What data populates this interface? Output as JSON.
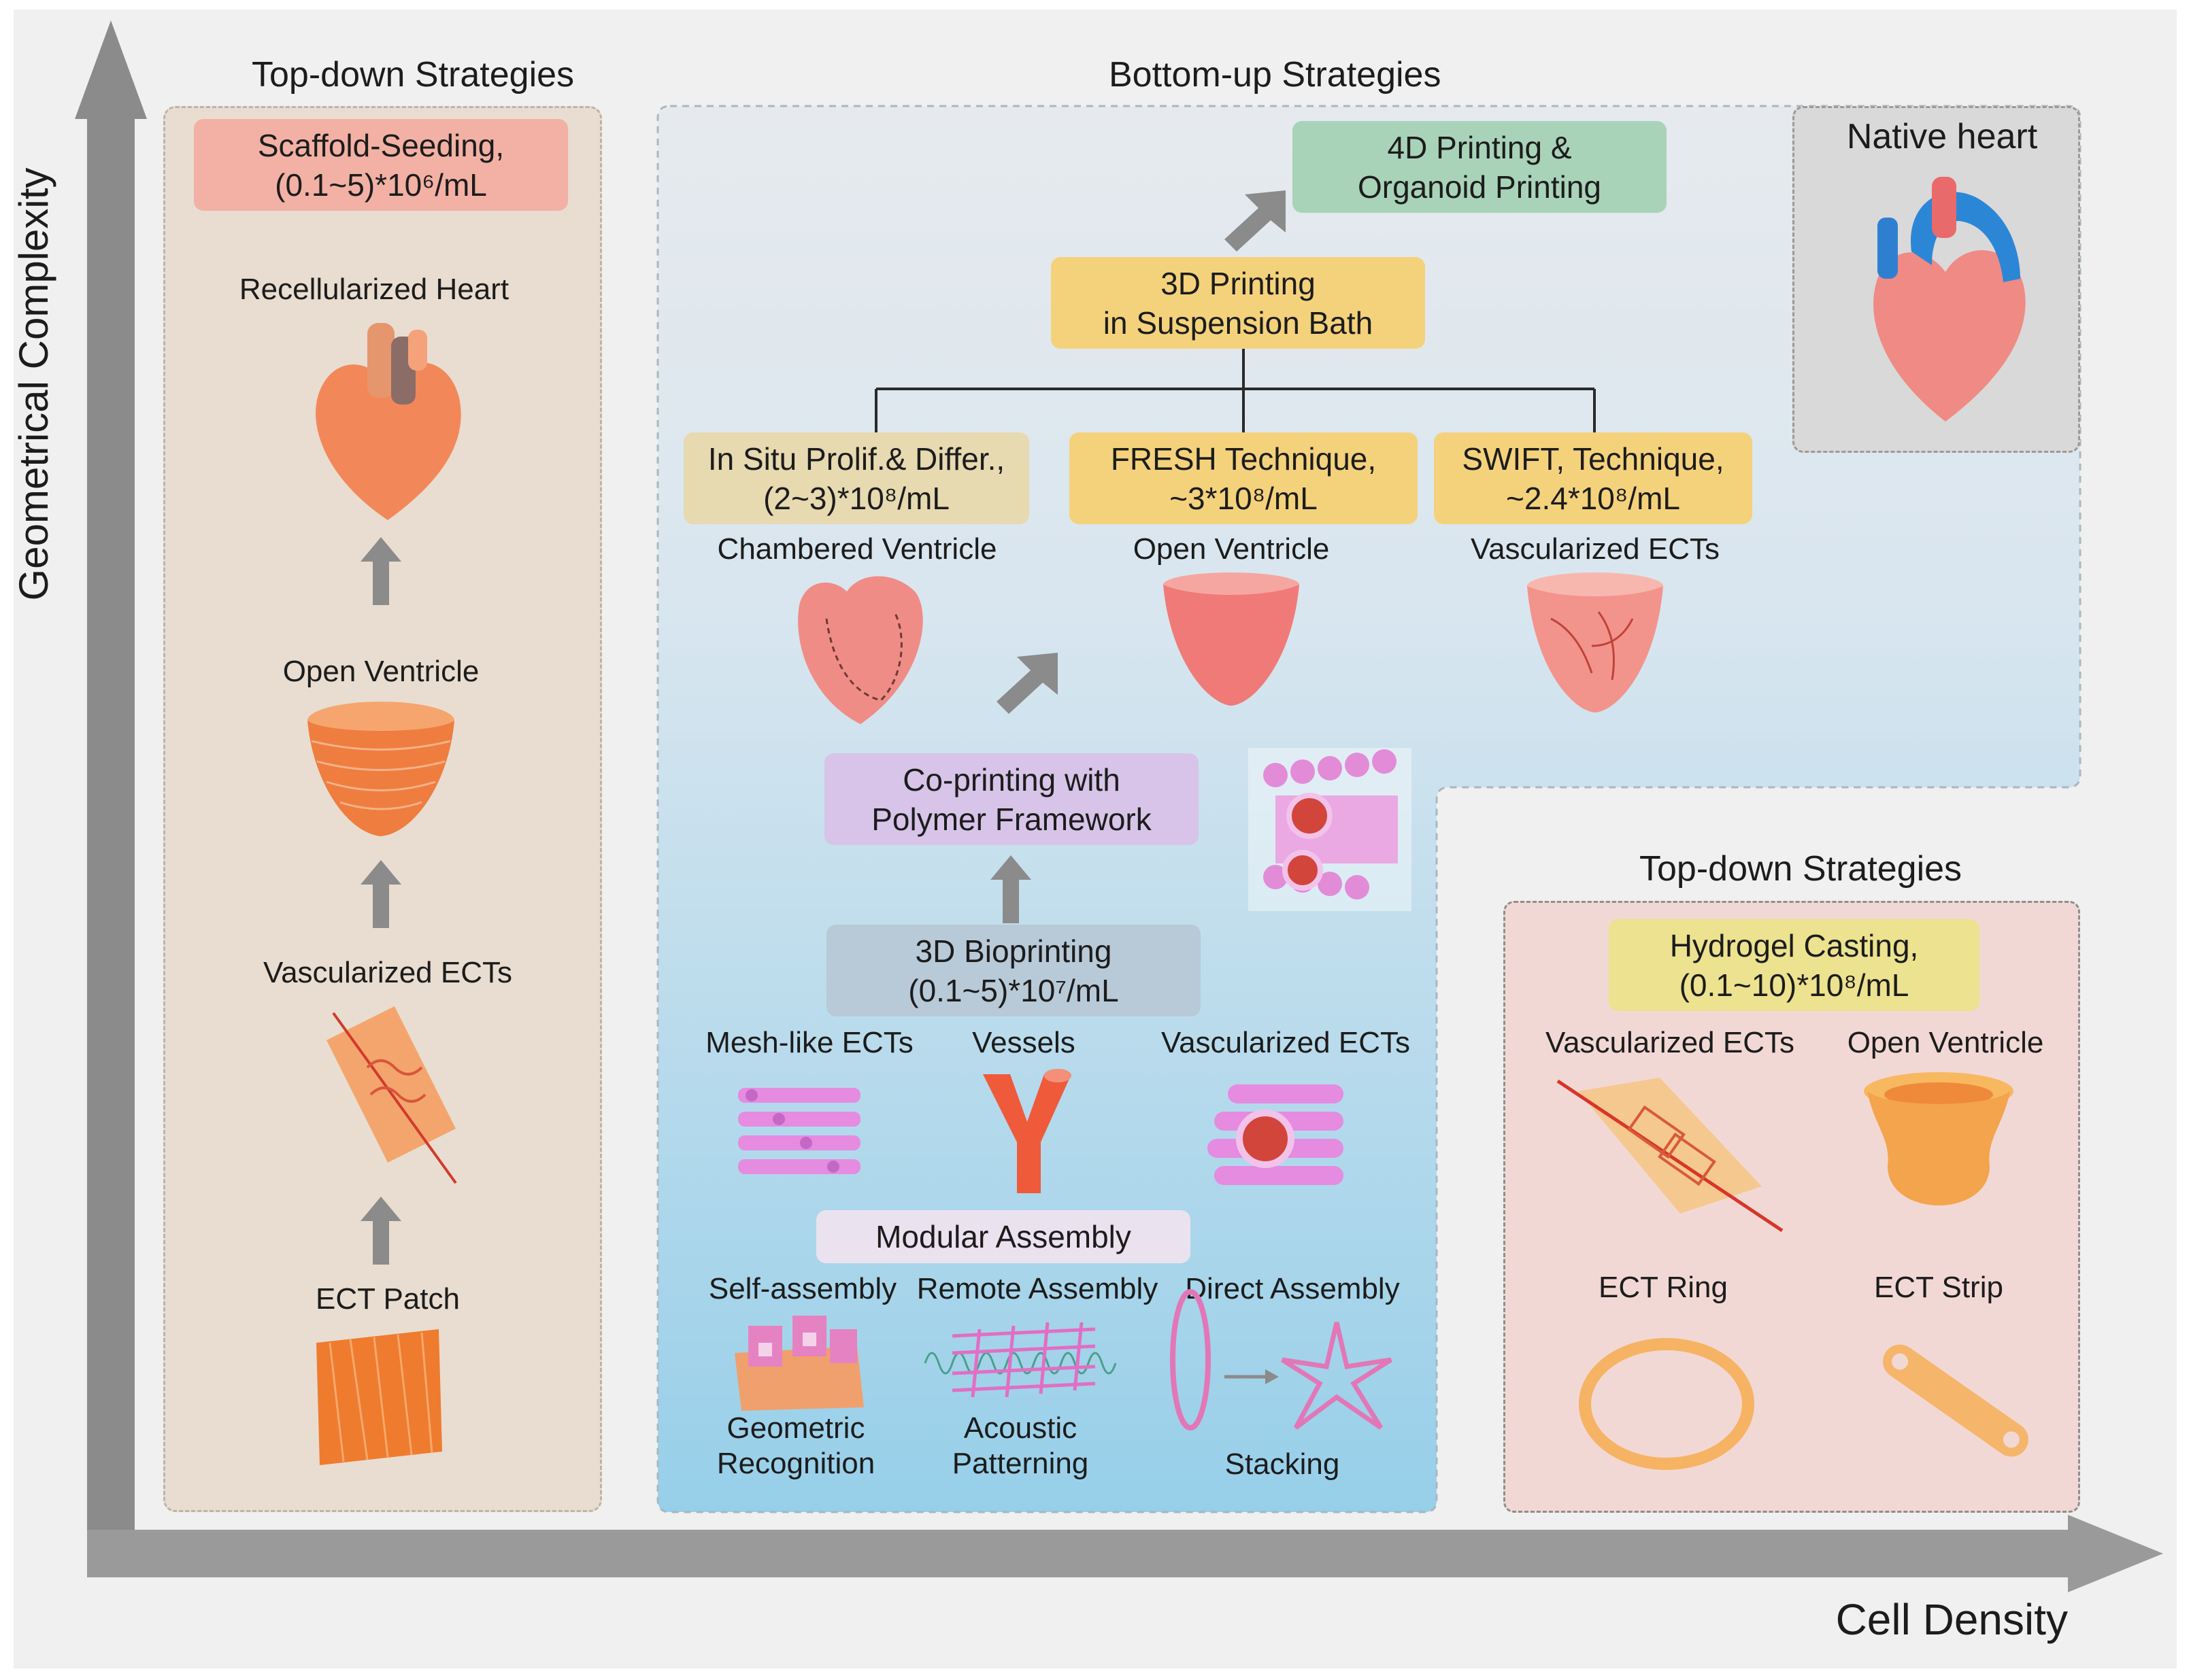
{
  "axes": {
    "y_label": "Geometrical Complexity",
    "x_label": "Cell Density"
  },
  "left_panel": {
    "title": "Top-down Strategies",
    "method_line1": "Scaffold-Seeding,",
    "method_line2": "(0.1~5)*10⁶/mL",
    "items": [
      "Recellularized Heart",
      "Open Ventricle",
      "Vascularized ECTs",
      "ECT Patch"
    ]
  },
  "middle_panel": {
    "title": "Bottom-up Strategies",
    "top_box_line1": "4D Printing &",
    "top_box_line2": "Organoid Printing",
    "suspension_line1": "3D Printing",
    "suspension_line2": "in Suspension Bath",
    "branches": [
      {
        "line1": "In Situ Prolif.& Differ.,",
        "line2": "(2~3)*10⁸/mL",
        "caption": "Chambered Ventricle"
      },
      {
        "line1": "FRESH Technique,",
        "line2": "~3*10⁸/mL",
        "caption": "Open Ventricle"
      },
      {
        "line1": "SWIFT, Technique,",
        "line2": "~2.4*10⁸/mL",
        "caption": "Vascularized ECTs"
      }
    ],
    "coprint_line1": "Co-printing with",
    "coprint_line2": "Polymer Framework",
    "bioprint_line1": "3D Bioprinting",
    "bioprint_line2": "(0.1~5)*10⁷/mL",
    "bioprint_items": [
      "Mesh-like ECTs",
      "Vessels",
      "Vascularized ECTs"
    ],
    "modular_label": "Modular Assembly",
    "assembly_types": [
      "Self-assembly",
      "Remote Assembly",
      "Direct Assembly"
    ],
    "assembly_sub": {
      "geo1": "Geometric",
      "geo2": "Recognition",
      "ac1": "Acoustic",
      "ac2": "Patterning",
      "stack": "Stacking"
    }
  },
  "native": {
    "title": "Native heart"
  },
  "right_panel": {
    "title": "Top-down Strategies",
    "method_line1": "Hydrogel Casting,",
    "method_line2": "(0.1~10)*10⁸/mL",
    "items": [
      "Vascularized ECTs",
      "Open Ventricle",
      "ECT Ring",
      "ECT Strip"
    ]
  },
  "colors": {
    "left_panel_bg": "#e8ddd0",
    "left_box": "#f2b1a4",
    "middle_top": "#dde7ee",
    "middle_bottom": "#9cd2ea",
    "green_box": "#a8d3b8",
    "yellow_box": "#f4d27c",
    "tan_box": "#e7d9b0",
    "purple_box": "#d7c4e8",
    "blue_box": "#b8c9d8",
    "right_panel_bg": "#f2d8d4",
    "right_box": "#ece28f",
    "axis": "#8b8b8b"
  }
}
